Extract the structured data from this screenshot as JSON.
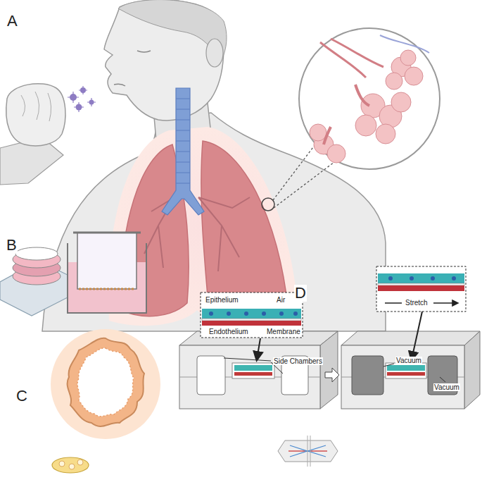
{
  "diagram": {
    "labels": [
      "A",
      "B",
      "C",
      "D",
      "Epithelium",
      "Air",
      "Endothelium",
      "Membrane",
      "Side Chambers",
      "Stretch",
      "Vacuum",
      "Vacuum"
    ]
  }
}
